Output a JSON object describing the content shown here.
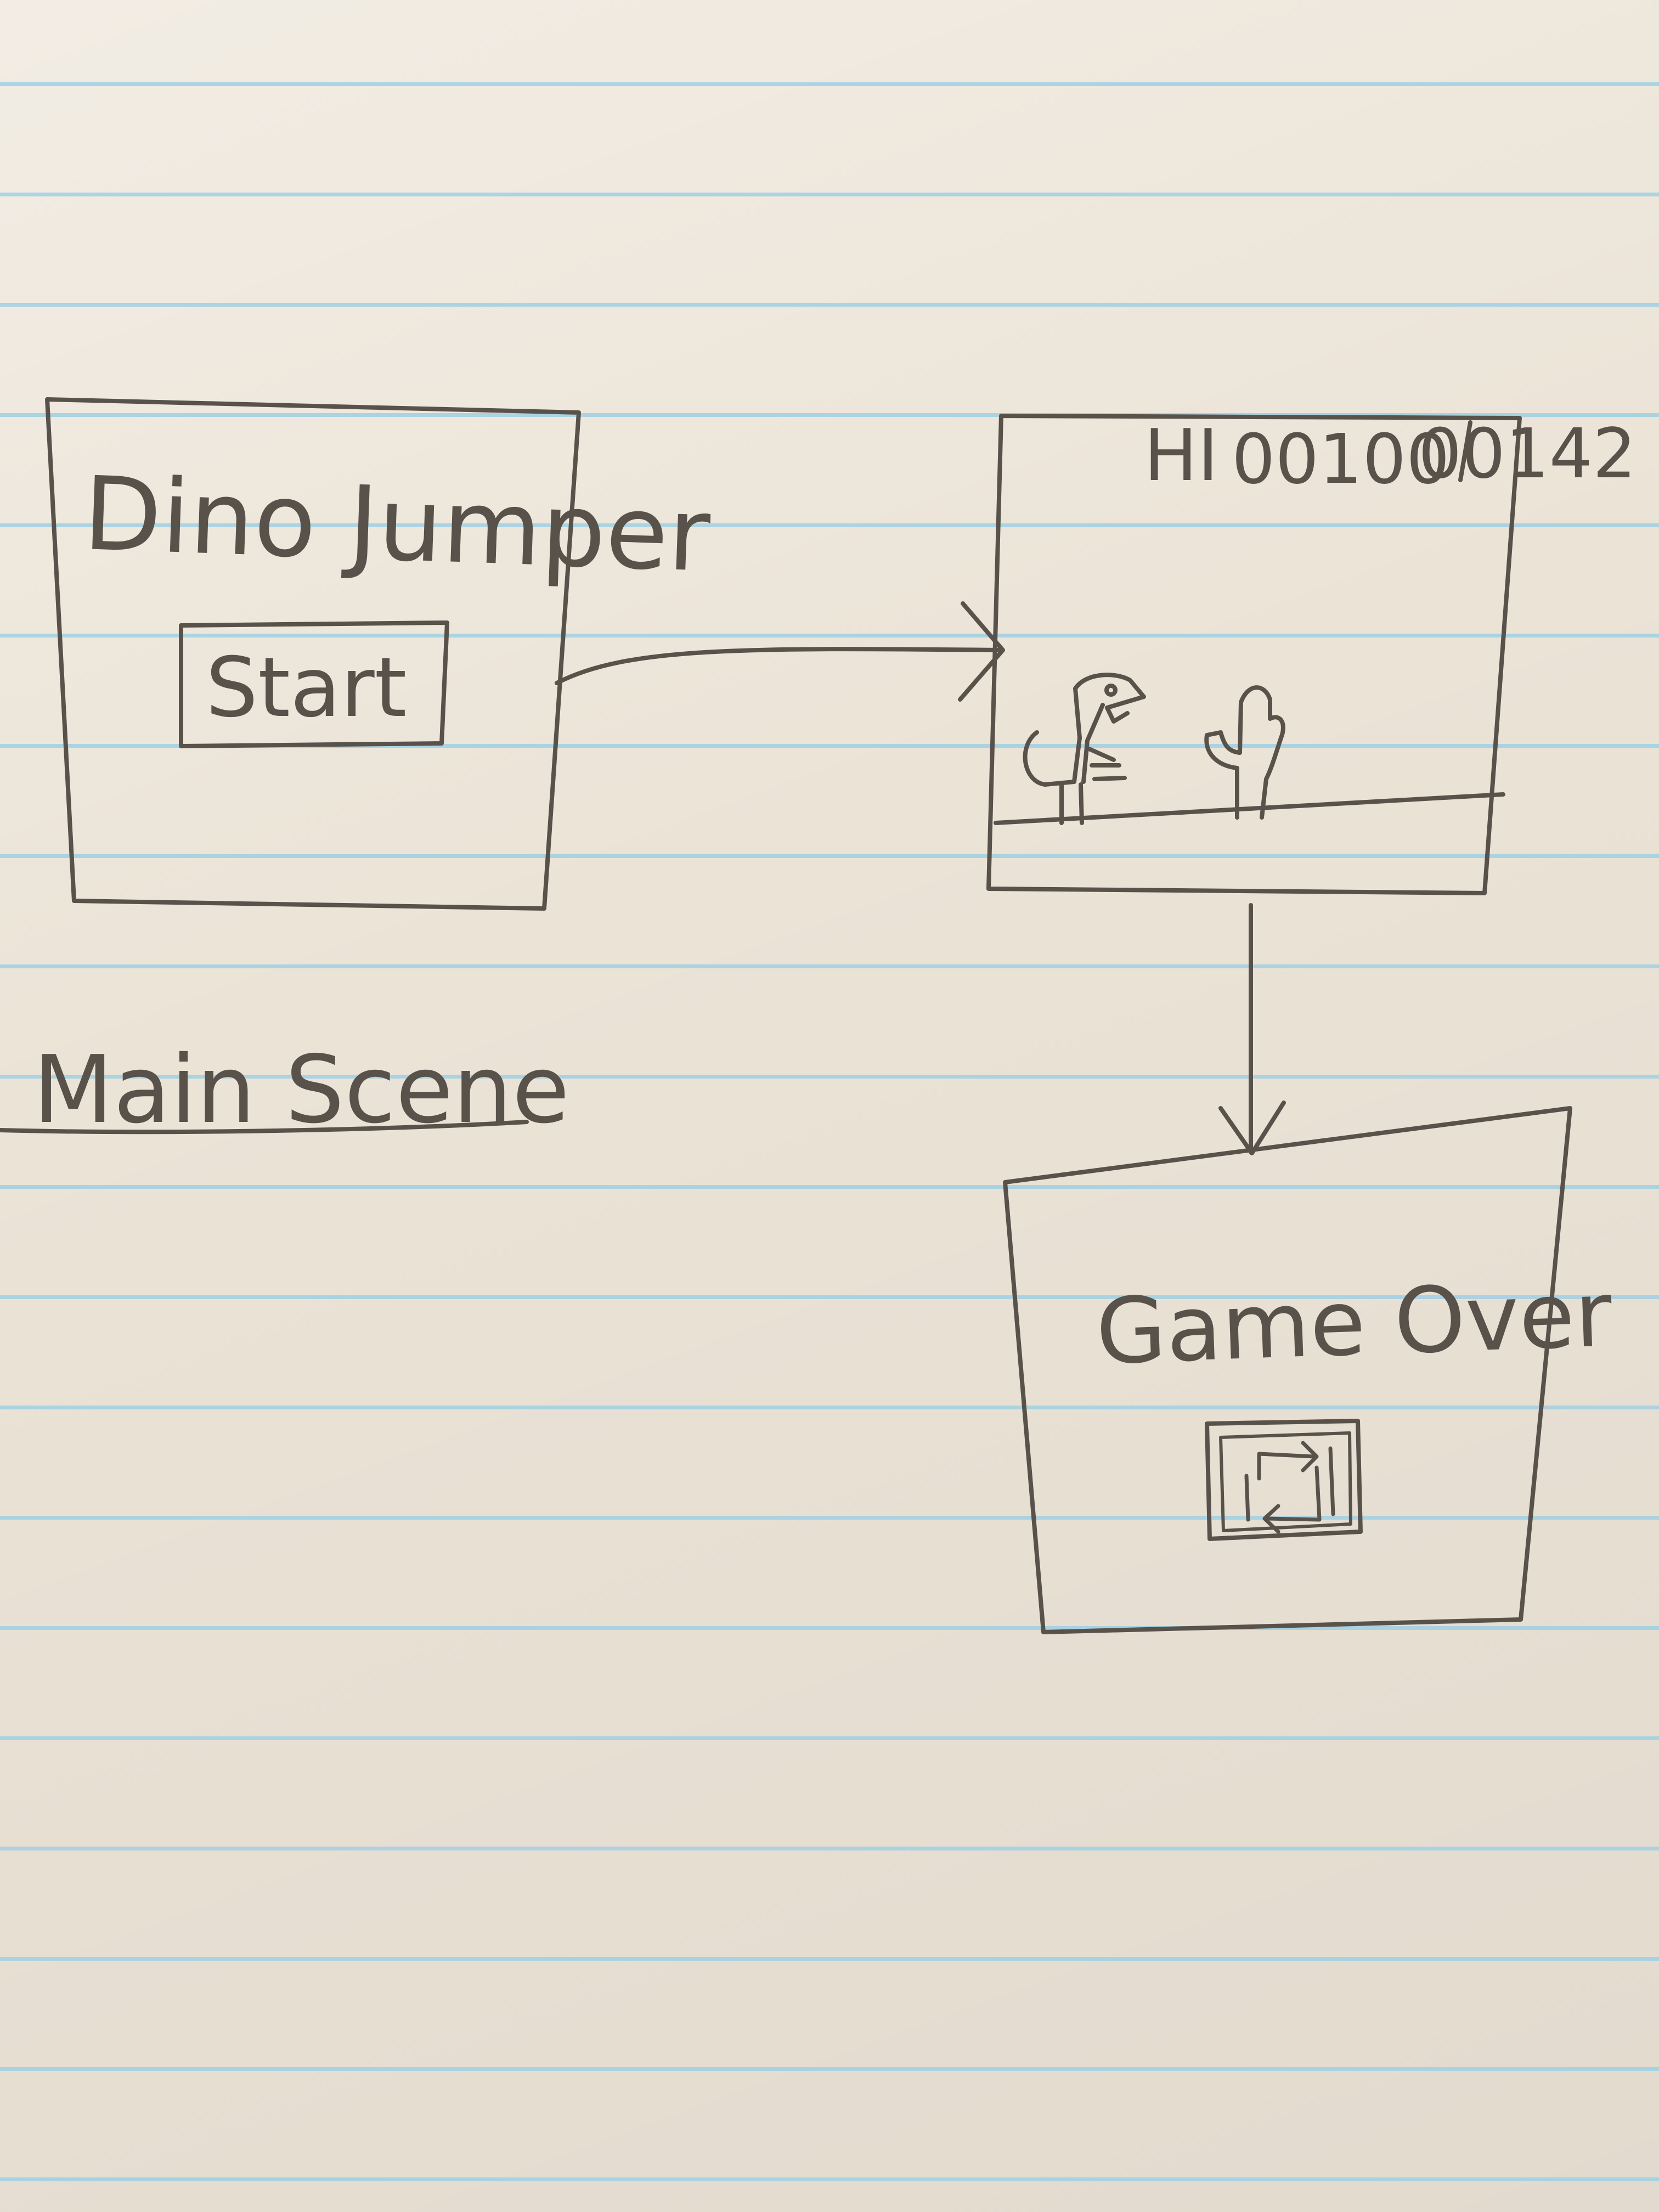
{
  "screens": {
    "title_screen": {
      "title": "Dino Jumper",
      "start_button": "Start"
    },
    "game_screen": {
      "hi_label": "HI",
      "hi_score": "00100",
      "score": "00142"
    },
    "game_over_screen": {
      "title": "Game Over",
      "restart_icon": "restart-icon"
    }
  },
  "caption": "Main Scene",
  "colors": {
    "paper": "#ebe3d6",
    "rule_line": "#9fd0e4",
    "pencil": "#58524b"
  }
}
